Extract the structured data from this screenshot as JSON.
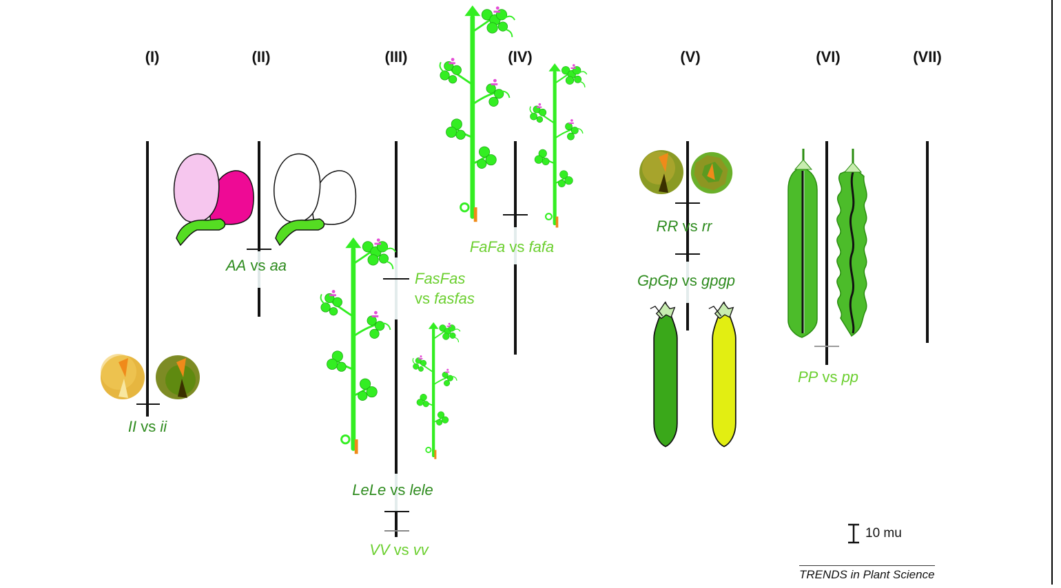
{
  "chromosomes": [
    "(I)",
    "(II)",
    "(III)",
    "(IV)",
    "(V)",
    "(VI)",
    "(VII)"
  ],
  "genes": {
    "I": {
      "dom": "II",
      "sep": "vs",
      "rec": "ii"
    },
    "A": {
      "dom": "AA",
      "sep": "vs",
      "rec": "aa"
    },
    "Fas": {
      "dom": "FasFas",
      "sep": "vs",
      "rec": "fasfas"
    },
    "Le": {
      "dom": "LeLe",
      "sep": "vs",
      "rec": "lele"
    },
    "V": {
      "dom": "VV",
      "sep": "vs",
      "rec": "vv"
    },
    "Fa": {
      "dom": "FaFa",
      "sep": "vs",
      "rec": "fafa"
    },
    "R": {
      "dom": "RR",
      "sep": "vs",
      "rec": "rr"
    },
    "Gp": {
      "dom": "GpGp",
      "sep": "vs",
      "rec": "gpgp"
    },
    "P": {
      "dom": "PP",
      "sep": "vs",
      "rec": "pp"
    }
  },
  "scale_bar": {
    "label": "10 mu"
  },
  "source": "TRENDS in Plant Science",
  "colors": {
    "chromosome": "#111111",
    "label_dark_green": "#2e8b1e",
    "label_light_green": "#6bcf2f",
    "plant_green": "#33ee22",
    "flower_pink": "#e44cd6",
    "flower_magenta": "#ee0a95",
    "flower_light_pink": "#f6c6ee",
    "pod_green": "#3aa81a",
    "pod_yellow": "#e2ee12",
    "seed_yellow": "#e6b640",
    "seed_green": "#7d8b24"
  },
  "icons": [
    "white-flower-icon",
    "purple-flower-icon",
    "pea-plant-icon",
    "yellow-seed-icon",
    "green-seed-icon",
    "wrinkled-seed-icon",
    "green-pod-icon",
    "yellow-pod-icon",
    "constricted-pod-icon"
  ]
}
